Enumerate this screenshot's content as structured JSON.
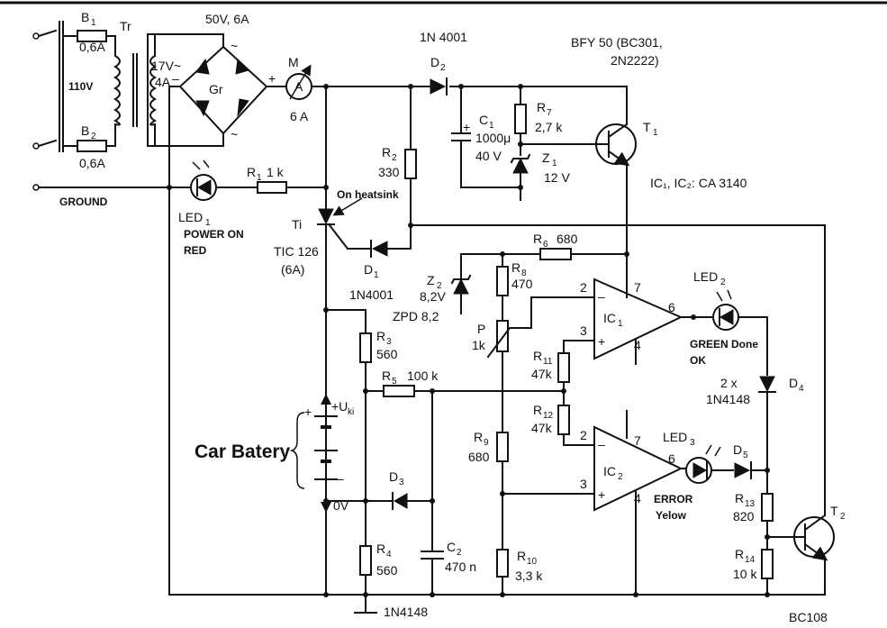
{
  "labels": {
    "b1": "B",
    "b1_sub": "1",
    "b1_rating": "0,6A",
    "b2": "B",
    "b2_sub": "2",
    "b2_rating": "0,6A",
    "mains": "110V",
    "tr": "Tr",
    "tr_secondary_v": "17V~",
    "tr_secondary_a": "4A",
    "bridge": "Gr",
    "bridge_rating": "50V, 6A",
    "meter_m": "M",
    "meter_a": "A",
    "meter_rating": "6 A",
    "ground": "GROUND",
    "led1": "LED",
    "led1_sub": "1",
    "led1_desc1": "POWER ON",
    "led1_desc2": "RED",
    "r1": "R",
    "r1_sub": "1",
    "r1_val": "1 k",
    "d2_type": "1N 4001",
    "d2": "D",
    "d2_sub": "2",
    "c1": "C",
    "c1_sub": "1",
    "c1_val1": "1000μ",
    "c1_val2": "40 V",
    "r7": "R",
    "r7_sub": "7",
    "r7_val": "2,7 k",
    "z1": "Z",
    "z1_sub": "1",
    "z1_val": "12 V",
    "t1_type1": "BFY 50  (BC301,",
    "t1_type2": "2N2222)",
    "t1": "T",
    "t1_sub": "1",
    "ic_type": "IC₁, IC₂: CA 3140",
    "r2": "R",
    "r2_sub": "2",
    "r2_val": "330",
    "heatsink": "On heatsink",
    "ti": "Ti",
    "ti_type": "TIC 126",
    "ti_rating": "(6A)",
    "d1": "D",
    "d1_sub": "1",
    "d1_type": "1N4001",
    "r6": "R",
    "r6_sub": "6",
    "r6_val": "680",
    "z2": "Z",
    "z2_sub": "2",
    "z2_val": "8,2V",
    "z2_type": "ZPD 8,2",
    "r8": "R",
    "r8_sub": "8",
    "r8_val": "470",
    "p": "P",
    "p_val": "1k",
    "r11": "R",
    "r11_sub": "11",
    "r11_val": "47k",
    "r12": "R",
    "r12_sub": "12",
    "r12_val": "47k",
    "ic1": "IC",
    "ic1_sub": "1",
    "ic2": "IC",
    "ic2_sub": "2",
    "pin2": "2",
    "pin3": "3",
    "pin7": "7",
    "pin4": "4",
    "pin6": "6",
    "led2": "LED",
    "led2_sub": "2",
    "led2_desc1": "GREEN Done",
    "led2_desc2": "OK",
    "d4_count": "2 x",
    "d4_type": "1N4148",
    "d4": "D",
    "d4_sub": "4",
    "r3": "R",
    "r3_sub": "3",
    "r3_val": "560",
    "r5": "R",
    "r5_sub": "5",
    "r5_val": "100 k",
    "uki": "+U",
    "uki_sub": "ki",
    "car_battery": "Car Batery",
    "zero_v": "0V",
    "d3": "D",
    "d3_sub": "3",
    "r9": "R",
    "r9_sub": "9",
    "r9_val": "680",
    "led3": "LED",
    "led3_sub": "3",
    "led3_desc1": "ERROR",
    "led3_desc2": "Yelow",
    "d5": "D",
    "d5_sub": "5",
    "r13": "R",
    "r13_sub": "13",
    "r13_val": "820",
    "r14": "R",
    "r14_sub": "14",
    "r14_val": "10 k",
    "t2": "T",
    "t2_sub": "2",
    "t2_type": "BC108",
    "r4": "R",
    "r4_sub": "4",
    "r4_val": "560",
    "c2": "C",
    "c2_sub": "2",
    "c2_val": "470 n",
    "r10": "R",
    "r10_sub": "10",
    "r10_val": "3,3 k",
    "d3_type": "1N4148"
  }
}
